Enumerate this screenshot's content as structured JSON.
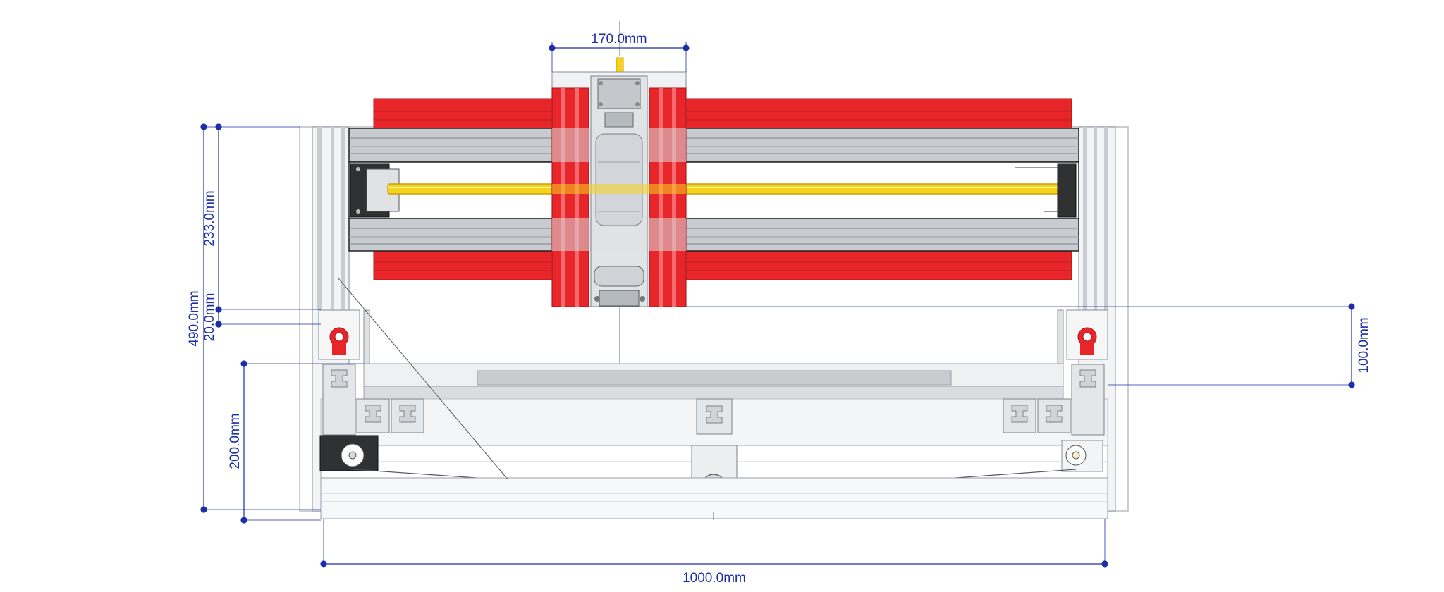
{
  "dimensions": {
    "carriage_width": "170.0mm",
    "overall_height": "490.0mm",
    "upper_height": "233.0mm",
    "gap_height": "20.0mm",
    "lower_height": "200.0mm",
    "bed_height": "100.0mm",
    "overall_width": "1000.0mm"
  },
  "colors": {
    "dimension": "#1c2fa8",
    "rail_red": "#e8262a",
    "leadscrew_yellow": "#f5d21b",
    "aluminum": "#cfd3d7",
    "frame_line": "#9aa0a6"
  }
}
